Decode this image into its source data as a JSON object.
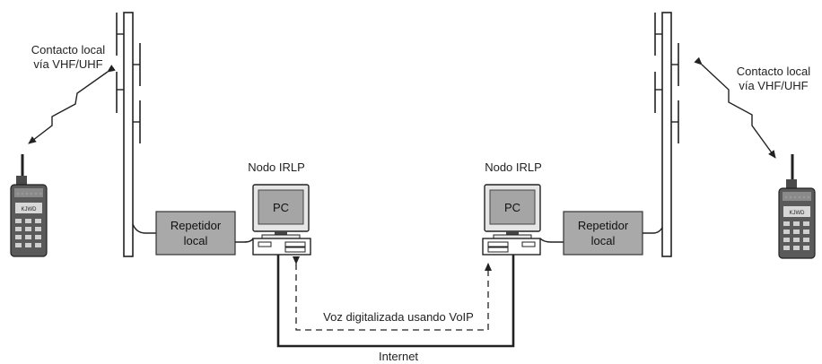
{
  "left_contact": {
    "line1": "Contacto local",
    "line2": "vía VHF/UHF"
  },
  "right_contact": {
    "line1": "Contacto local",
    "line2": "vía VHF/UHF"
  },
  "left_node": {
    "title": "Nodo IRLP",
    "pc_label": "PC"
  },
  "right_node": {
    "title": "Nodo IRLP",
    "pc_label": "PC"
  },
  "left_repeater": {
    "line1": "Repetidor",
    "line2": "local"
  },
  "right_repeater": {
    "line1": "Repetidor",
    "line2": "local"
  },
  "voip_label": "Voz digitalizada usando VoIP",
  "internet_label": "Internet",
  "radio_brand": "KJWD",
  "colors": {
    "box_fill": "#a9a9a9",
    "screen_fill": "#a5a5a5",
    "monitor_frame": "#e6e6e6",
    "line": "#222222"
  }
}
